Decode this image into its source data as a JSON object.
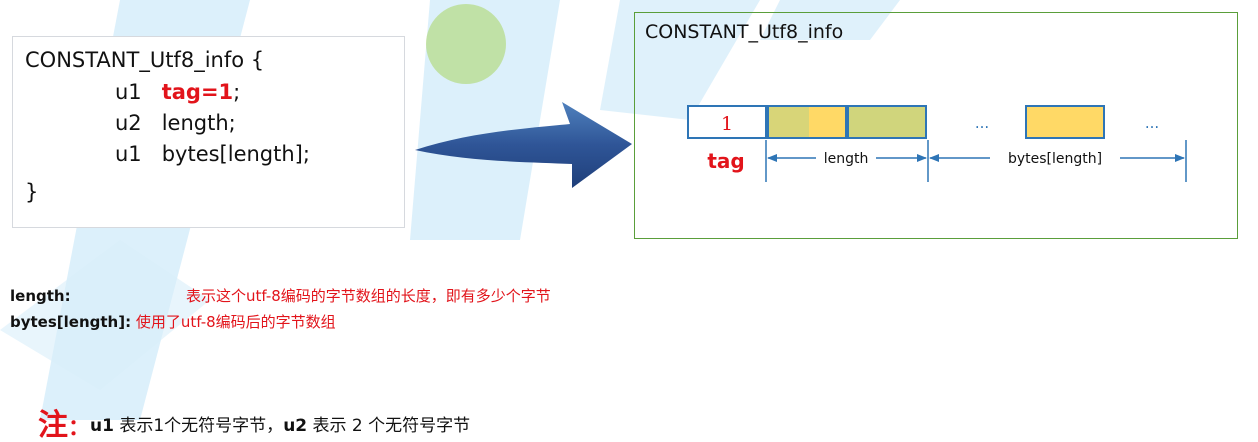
{
  "code": {
    "header": "CONSTANT_Utf8_info {",
    "line1_type": "u1",
    "line1_field": "tag=1",
    "line1_end": ";",
    "line2": "u2   length;",
    "line3": "u1   bytes[length];",
    "close": "}"
  },
  "diagram": {
    "title": "CONSTANT_Utf8_info",
    "tag_value": "1",
    "tag_label": "tag",
    "length_label": "length",
    "bytes_label": "bytes[length]",
    "ellipsis": "..."
  },
  "legend": {
    "length_key": "length:",
    "length_desc": "表示这个utf-8编码的字节数组的长度，即有多少个字节",
    "bytes_key": "bytes[length]:",
    "bytes_desc": "使用了utf-8编码后的字节数组"
  },
  "note": {
    "mark": "注",
    "colon": "：",
    "u1": "u1",
    "u1_desc": " 表示1个无符号字节，",
    "u2": "u2",
    "u2_desc": " 表示 2 个无符号字节"
  },
  "colors": {
    "red": "#e2141b",
    "blue": "#2e75b6",
    "cell_fill": "#ffd966",
    "green_frame": "#5a9e3a",
    "arrow": "#2f5597"
  }
}
